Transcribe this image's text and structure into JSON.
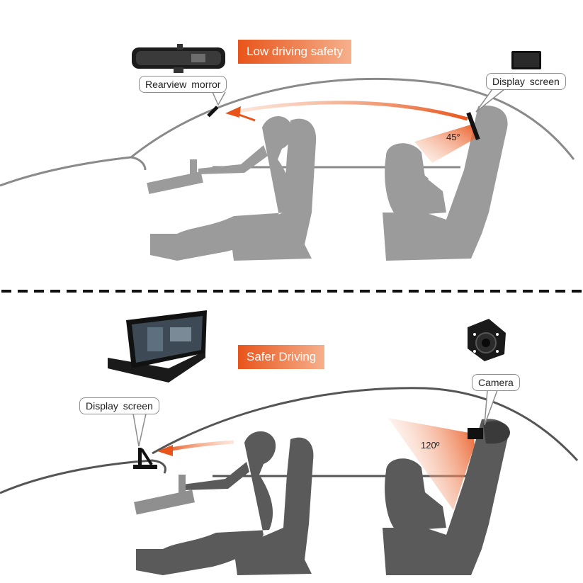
{
  "top_panel": {
    "banner": "Low driving safety",
    "mirror_label": "Rearview morror",
    "screen_label": "Display screen",
    "angle_label": "45°",
    "icons": [
      "rearview-mirror-icon",
      "display-monitor-icon"
    ]
  },
  "bottom_panel": {
    "banner": "Safer Driving",
    "screen_label": "Display screen",
    "camera_label": "Camera",
    "angle_label": "120º",
    "icons": [
      "foldable-monitor-icon",
      "backup-camera-icon"
    ]
  },
  "colors": {
    "accent": "#e8541a",
    "silhouette_top": "#9b9b9b",
    "silhouette_bottom": "#5a5a5a",
    "car_outline": "#8a8a8a"
  }
}
